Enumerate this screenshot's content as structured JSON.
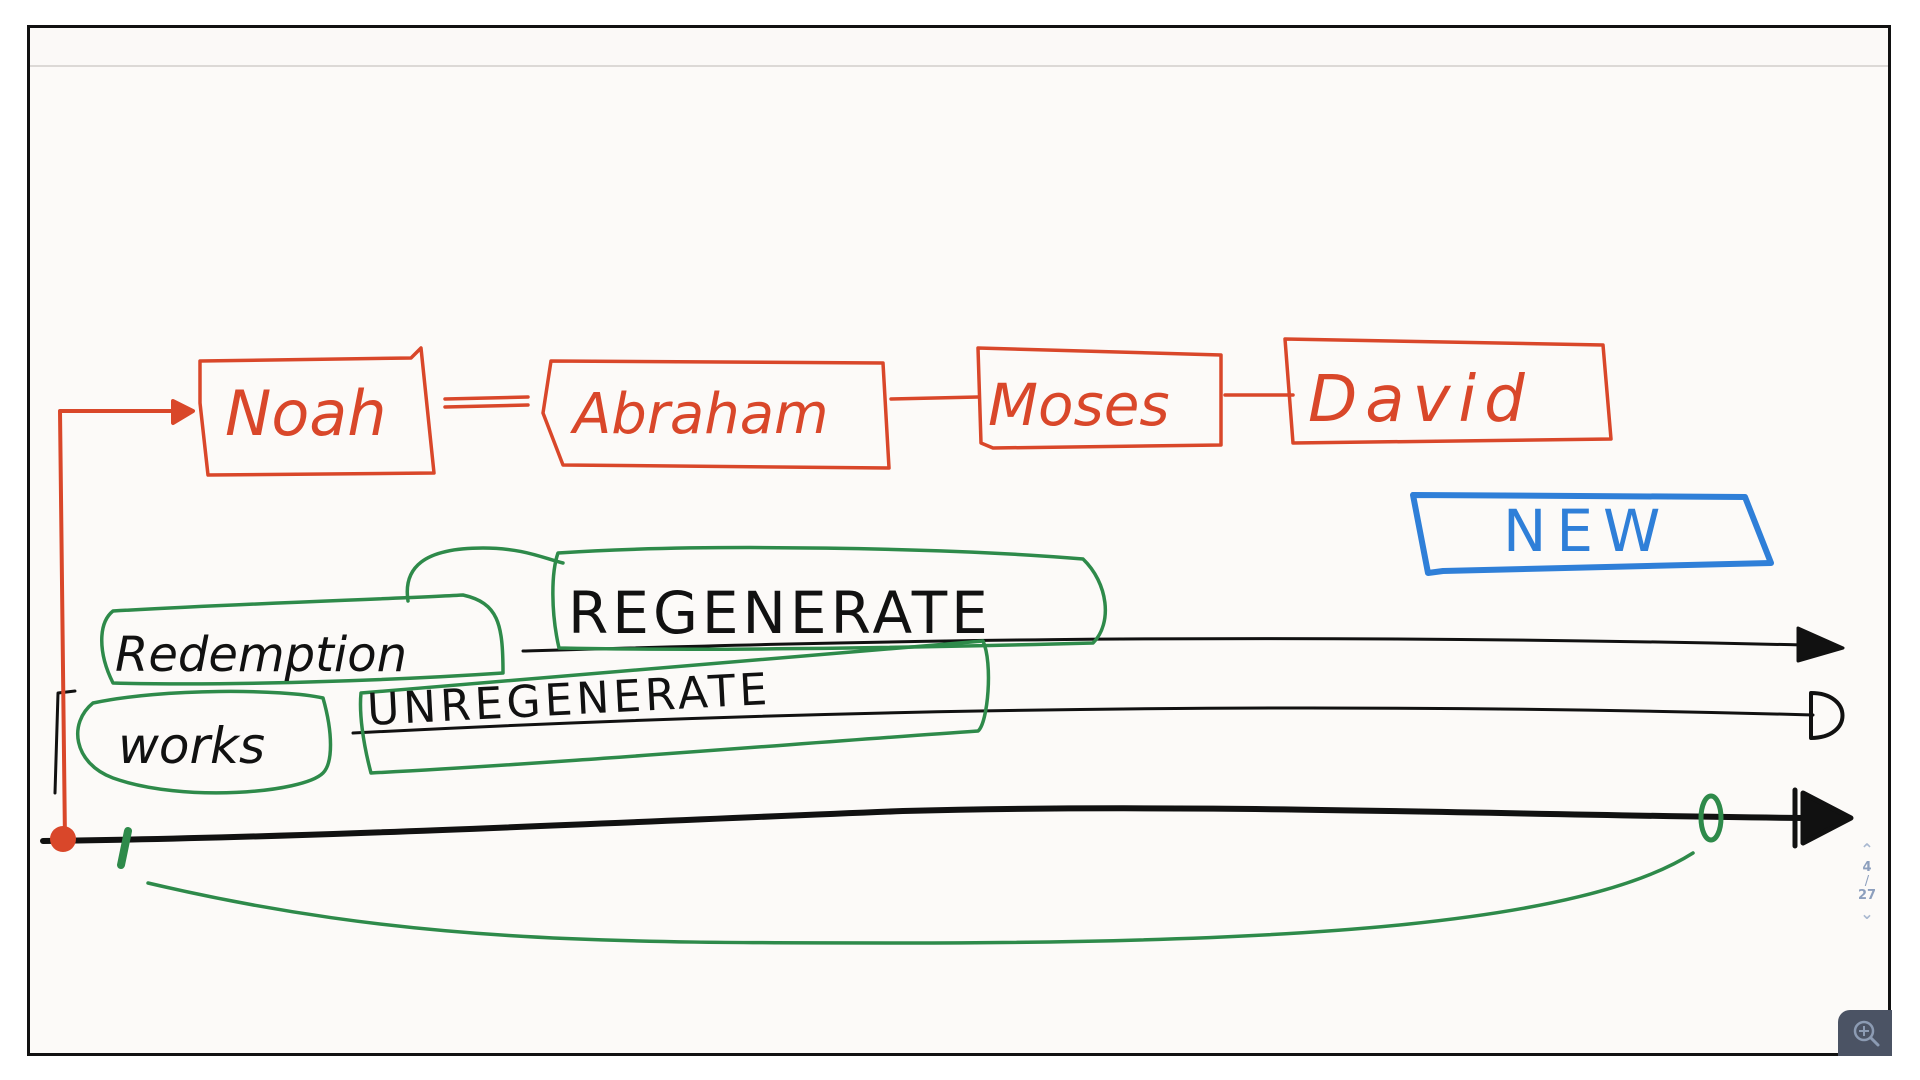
{
  "colors": {
    "background": "#fcfaf8",
    "lineage": "#d9472a",
    "new_covenant": "#2f7fd8",
    "groups": "#2e8a4a",
    "ink": "#111111",
    "pager": "#8d9fbd",
    "zoom_button": "#4b5364"
  },
  "diagram": {
    "lineage": [
      {
        "label": "Noah"
      },
      {
        "label": "Abraham"
      },
      {
        "label": "Moses"
      },
      {
        "label": "David"
      }
    ],
    "new_label": "NEW",
    "groups": {
      "redemption": "Redemption",
      "regenerate": "REGENERATE",
      "works": "works",
      "unregenerate": "UNREGENERATE"
    }
  },
  "pager": {
    "up_icon": "chevron-up-icon",
    "current_page": "4",
    "separator": "/",
    "total_pages": "27",
    "down_icon": "chevron-down-icon"
  },
  "zoom_button": {
    "icon": "zoom-in-icon"
  }
}
